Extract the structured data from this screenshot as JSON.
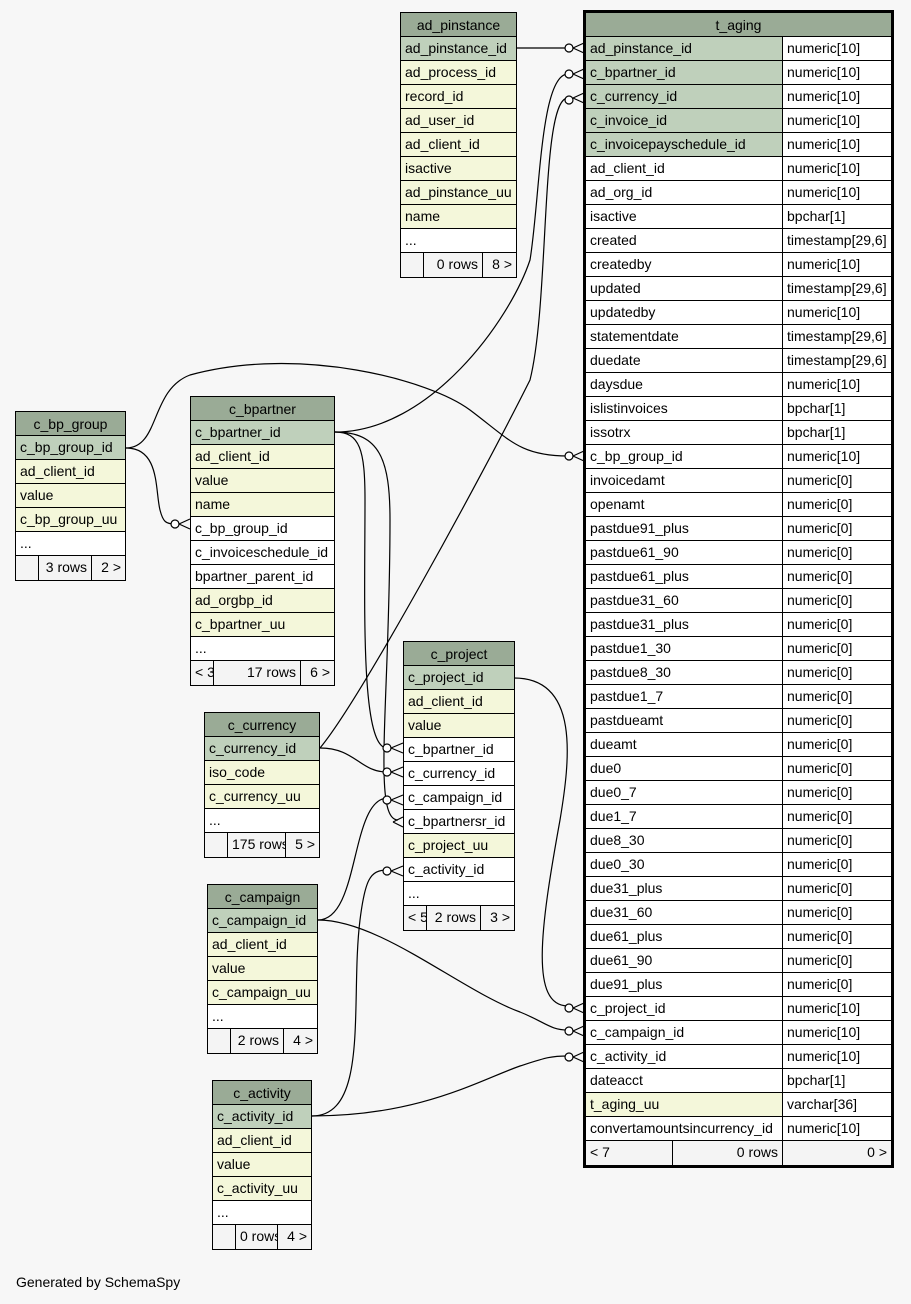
{
  "footer_text": "Generated by SchemaSpy",
  "colors": {
    "header": "#9aab96",
    "primary_key": "#bfd0bb",
    "indexed": "#f4f7da",
    "plain": "#ffffff",
    "background": "#f7f7f7"
  },
  "tables": {
    "ad_pinstance": {
      "name": "ad_pinstance",
      "columns": [
        {
          "name": "ad_pinstance_id",
          "kind": "pk"
        },
        {
          "name": "ad_process_id",
          "kind": "idx"
        },
        {
          "name": "record_id",
          "kind": "idx"
        },
        {
          "name": "ad_user_id",
          "kind": "idx"
        },
        {
          "name": "ad_client_id",
          "kind": "idx"
        },
        {
          "name": "isactive",
          "kind": "idx"
        },
        {
          "name": "ad_pinstance_uu",
          "kind": "idx"
        },
        {
          "name": "name",
          "kind": "idx"
        },
        {
          "name": "...",
          "kind": "plain"
        }
      ],
      "footer": [
        "",
        "0 rows",
        "8 >"
      ]
    },
    "t_aging": {
      "name": "t_aging",
      "columns": [
        {
          "name": "ad_pinstance_id",
          "type": "numeric[10]",
          "kind": "pk"
        },
        {
          "name": "c_bpartner_id",
          "type": "numeric[10]",
          "kind": "pk"
        },
        {
          "name": "c_currency_id",
          "type": "numeric[10]",
          "kind": "pk"
        },
        {
          "name": "c_invoice_id",
          "type": "numeric[10]",
          "kind": "pk"
        },
        {
          "name": "c_invoicepayschedule_id",
          "type": "numeric[10]",
          "kind": "pk"
        },
        {
          "name": "ad_client_id",
          "type": "numeric[10]",
          "kind": "plain"
        },
        {
          "name": "ad_org_id",
          "type": "numeric[10]",
          "kind": "plain"
        },
        {
          "name": "isactive",
          "type": "bpchar[1]",
          "kind": "plain"
        },
        {
          "name": "created",
          "type": "timestamp[29,6]",
          "kind": "plain"
        },
        {
          "name": "createdby",
          "type": "numeric[10]",
          "kind": "plain"
        },
        {
          "name": "updated",
          "type": "timestamp[29,6]",
          "kind": "plain"
        },
        {
          "name": "updatedby",
          "type": "numeric[10]",
          "kind": "plain"
        },
        {
          "name": "statementdate",
          "type": "timestamp[29,6]",
          "kind": "plain"
        },
        {
          "name": "duedate",
          "type": "timestamp[29,6]",
          "kind": "plain"
        },
        {
          "name": "daysdue",
          "type": "numeric[10]",
          "kind": "plain"
        },
        {
          "name": "islistinvoices",
          "type": "bpchar[1]",
          "kind": "plain"
        },
        {
          "name": "issotrx",
          "type": "bpchar[1]",
          "kind": "plain"
        },
        {
          "name": "c_bp_group_id",
          "type": "numeric[10]",
          "kind": "plain"
        },
        {
          "name": "invoicedamt",
          "type": "numeric[0]",
          "kind": "plain"
        },
        {
          "name": "openamt",
          "type": "numeric[0]",
          "kind": "plain"
        },
        {
          "name": "pastdue91_plus",
          "type": "numeric[0]",
          "kind": "plain"
        },
        {
          "name": "pastdue61_90",
          "type": "numeric[0]",
          "kind": "plain"
        },
        {
          "name": "pastdue61_plus",
          "type": "numeric[0]",
          "kind": "plain"
        },
        {
          "name": "pastdue31_60",
          "type": "numeric[0]",
          "kind": "plain"
        },
        {
          "name": "pastdue31_plus",
          "type": "numeric[0]",
          "kind": "plain"
        },
        {
          "name": "pastdue1_30",
          "type": "numeric[0]",
          "kind": "plain"
        },
        {
          "name": "pastdue8_30",
          "type": "numeric[0]",
          "kind": "plain"
        },
        {
          "name": "pastdue1_7",
          "type": "numeric[0]",
          "kind": "plain"
        },
        {
          "name": "pastdueamt",
          "type": "numeric[0]",
          "kind": "plain"
        },
        {
          "name": "dueamt",
          "type": "numeric[0]",
          "kind": "plain"
        },
        {
          "name": "due0",
          "type": "numeric[0]",
          "kind": "plain"
        },
        {
          "name": "due0_7",
          "type": "numeric[0]",
          "kind": "plain"
        },
        {
          "name": "due1_7",
          "type": "numeric[0]",
          "kind": "plain"
        },
        {
          "name": "due8_30",
          "type": "numeric[0]",
          "kind": "plain"
        },
        {
          "name": "due0_30",
          "type": "numeric[0]",
          "kind": "plain"
        },
        {
          "name": "due31_plus",
          "type": "numeric[0]",
          "kind": "plain"
        },
        {
          "name": "due31_60",
          "type": "numeric[0]",
          "kind": "plain"
        },
        {
          "name": "due61_plus",
          "type": "numeric[0]",
          "kind": "plain"
        },
        {
          "name": "due61_90",
          "type": "numeric[0]",
          "kind": "plain"
        },
        {
          "name": "due91_plus",
          "type": "numeric[0]",
          "kind": "plain"
        },
        {
          "name": "c_project_id",
          "type": "numeric[10]",
          "kind": "plain"
        },
        {
          "name": "c_campaign_id",
          "type": "numeric[10]",
          "kind": "plain"
        },
        {
          "name": "c_activity_id",
          "type": "numeric[10]",
          "kind": "plain"
        },
        {
          "name": "dateacct",
          "type": "bpchar[1]",
          "kind": "plain"
        },
        {
          "name": "t_aging_uu",
          "type": "varchar[36]",
          "kind": "idx"
        },
        {
          "name": "convertamountsincurrency_id",
          "type": "numeric[10]",
          "kind": "plain"
        }
      ],
      "footer": [
        "< 7",
        "0 rows",
        "0 >"
      ]
    },
    "c_bp_group": {
      "name": "c_bp_group",
      "columns": [
        {
          "name": "c_bp_group_id",
          "kind": "pk"
        },
        {
          "name": "ad_client_id",
          "kind": "idx"
        },
        {
          "name": "value",
          "kind": "idx"
        },
        {
          "name": "c_bp_group_uu",
          "kind": "idx"
        },
        {
          "name": "...",
          "kind": "plain"
        }
      ],
      "footer": [
        "",
        "3 rows",
        "2 >"
      ]
    },
    "c_bpartner": {
      "name": "c_bpartner",
      "columns": [
        {
          "name": "c_bpartner_id",
          "kind": "pk"
        },
        {
          "name": "ad_client_id",
          "kind": "idx"
        },
        {
          "name": "value",
          "kind": "idx"
        },
        {
          "name": "name",
          "kind": "idx"
        },
        {
          "name": "c_bp_group_id",
          "kind": "plain"
        },
        {
          "name": "c_invoiceschedule_id",
          "kind": "plain"
        },
        {
          "name": "bpartner_parent_id",
          "kind": "plain"
        },
        {
          "name": "ad_orgbp_id",
          "kind": "idx"
        },
        {
          "name": "c_bpartner_uu",
          "kind": "idx"
        },
        {
          "name": "...",
          "kind": "plain"
        }
      ],
      "footer": [
        "< 3",
        "17 rows",
        "6 >"
      ]
    },
    "c_currency": {
      "name": "c_currency",
      "columns": [
        {
          "name": "c_currency_id",
          "kind": "pk"
        },
        {
          "name": "iso_code",
          "kind": "idx"
        },
        {
          "name": "c_currency_uu",
          "kind": "idx"
        },
        {
          "name": "...",
          "kind": "plain"
        }
      ],
      "footer": [
        "",
        "175 rows",
        "5 >"
      ]
    },
    "c_project": {
      "name": "c_project",
      "columns": [
        {
          "name": "c_project_id",
          "kind": "pk"
        },
        {
          "name": "ad_client_id",
          "kind": "idx"
        },
        {
          "name": "value",
          "kind": "idx"
        },
        {
          "name": "c_bpartner_id",
          "kind": "plain"
        },
        {
          "name": "c_currency_id",
          "kind": "plain"
        },
        {
          "name": "c_campaign_id",
          "kind": "plain"
        },
        {
          "name": "c_bpartnersr_id",
          "kind": "plain"
        },
        {
          "name": "c_project_uu",
          "kind": "idx"
        },
        {
          "name": "c_activity_id",
          "kind": "plain"
        },
        {
          "name": "...",
          "kind": "plain"
        }
      ],
      "footer": [
        "< 5",
        "2 rows",
        "3 >"
      ]
    },
    "c_campaign": {
      "name": "c_campaign",
      "columns": [
        {
          "name": "c_campaign_id",
          "kind": "pk"
        },
        {
          "name": "ad_client_id",
          "kind": "idx"
        },
        {
          "name": "value",
          "kind": "idx"
        },
        {
          "name": "c_campaign_uu",
          "kind": "idx"
        },
        {
          "name": "...",
          "kind": "plain"
        }
      ],
      "footer": [
        "",
        "2 rows",
        "4 >"
      ]
    },
    "c_activity": {
      "name": "c_activity",
      "columns": [
        {
          "name": "c_activity_id",
          "kind": "pk"
        },
        {
          "name": "ad_client_id",
          "kind": "idx"
        },
        {
          "name": "value",
          "kind": "idx"
        },
        {
          "name": "c_activity_uu",
          "kind": "idx"
        },
        {
          "name": "...",
          "kind": "plain"
        }
      ],
      "footer": [
        "",
        "0 rows",
        "4 >"
      ]
    }
  }
}
